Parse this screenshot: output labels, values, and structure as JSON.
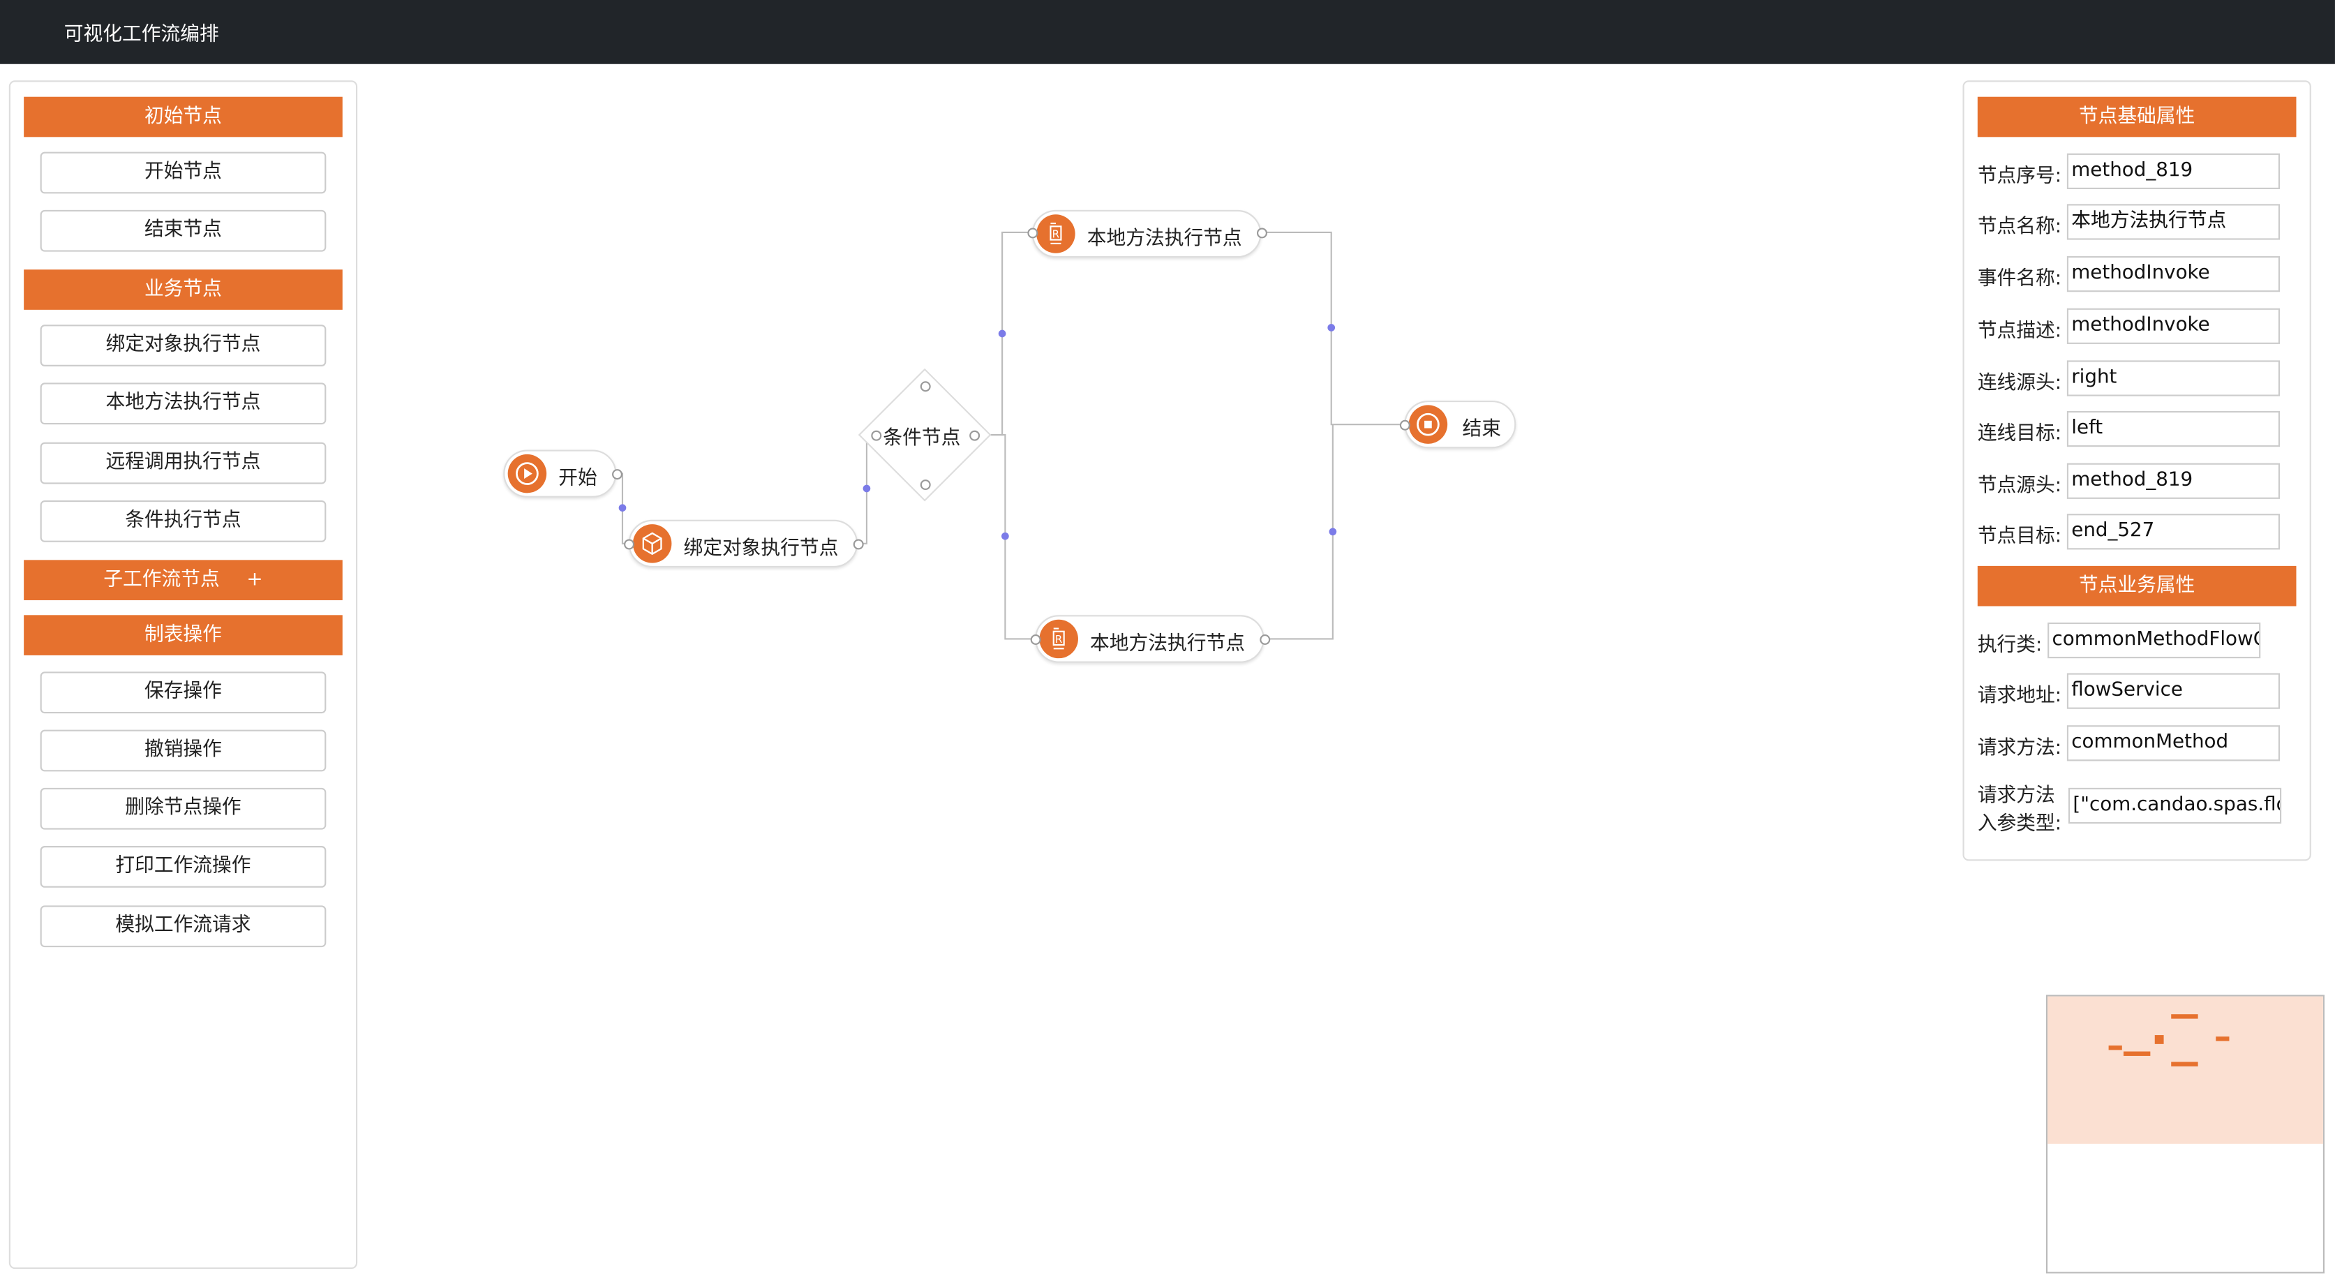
{
  "app": {
    "title": "可视化工作流编排"
  },
  "sidebar": {
    "sections": [
      {
        "label": "初始节点",
        "items": [
          "开始节点",
          "结束节点"
        ]
      },
      {
        "label": "业务节点",
        "items": [
          "绑定对象执行节点",
          "本地方法执行节点",
          "远程调用执行节点",
          "条件执行节点"
        ]
      },
      {
        "label": "子工作流节点",
        "suffix": "+",
        "items": []
      },
      {
        "label": "制表操作",
        "items": [
          "保存操作",
          "撤销操作",
          "删除节点操作",
          "打印工作流操作",
          "模拟工作流请求"
        ]
      }
    ]
  },
  "canvas": {
    "nodes": {
      "start": {
        "label": "开始",
        "icon": "play-icon"
      },
      "bind": {
        "label": "绑定对象执行节点",
        "icon": "cube-icon"
      },
      "condition": {
        "label": "条件节点"
      },
      "local_top": {
        "label": "本地方法执行节点",
        "icon": "method-icon"
      },
      "local_bottom": {
        "label": "本地方法执行节点",
        "icon": "method-icon"
      },
      "end": {
        "label": "结束",
        "icon": "stop-icon"
      }
    }
  },
  "properties": {
    "basic_title": "节点基础属性",
    "basic": [
      {
        "label": "节点序号:",
        "value": "method_819"
      },
      {
        "label": "节点名称:",
        "value": "本地方法执行节点"
      },
      {
        "label": "事件名称:",
        "value": "methodInvoke"
      },
      {
        "label": "节点描述:",
        "value": "methodInvoke"
      },
      {
        "label": "连线源头:",
        "value": "right"
      },
      {
        "label": "连线目标:",
        "value": "left"
      },
      {
        "label": "节点源头:",
        "value": "method_819"
      },
      {
        "label": "节点目标:",
        "value": "end_527"
      }
    ],
    "business_title": "节点业务属性",
    "business": [
      {
        "label": "执行类:",
        "value": "commonMethodFlowCl"
      },
      {
        "label": "请求地址:",
        "value": "flowService"
      },
      {
        "label": "请求方法:",
        "value": "commonMethod"
      },
      {
        "label_line1": "请求方法",
        "label_line2": "入参类型:",
        "value": "[\"com.candao.spas.flow"
      }
    ]
  },
  "colors": {
    "accent": "#e6712e",
    "topbar": "#212529",
    "minimap_view": "#fbe0d2",
    "edge_midpoint": "#7b7be8"
  }
}
